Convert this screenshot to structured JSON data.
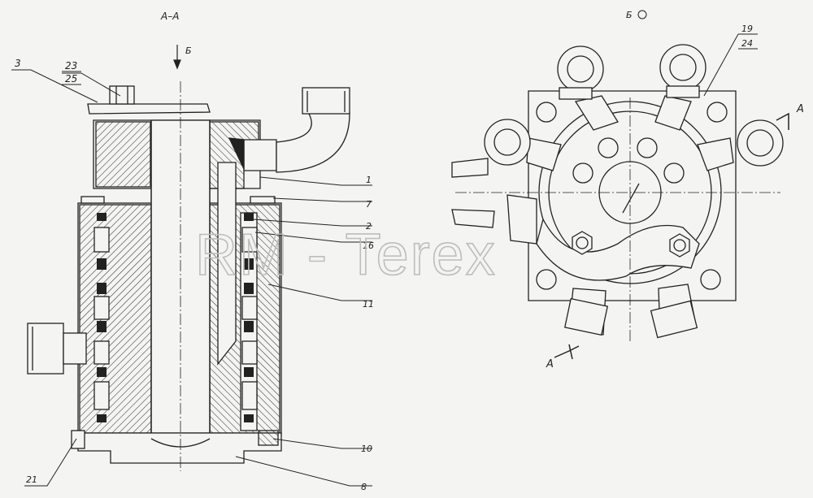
{
  "section_title": "А–А",
  "view_label": "Б",
  "view_arrow_label": "Б",
  "cut_label_top": "А",
  "cut_label_bottom": "А",
  "watermark": "RM - Terex",
  "callouts": {
    "c3": "3",
    "c23": "23",
    "c25": "25",
    "c1": "1",
    "c7": "7",
    "c2": "2",
    "c16": "16",
    "c11": "11",
    "c10": "10",
    "c8": "8",
    "c21": "21",
    "c19": "19",
    "c24": "24"
  }
}
